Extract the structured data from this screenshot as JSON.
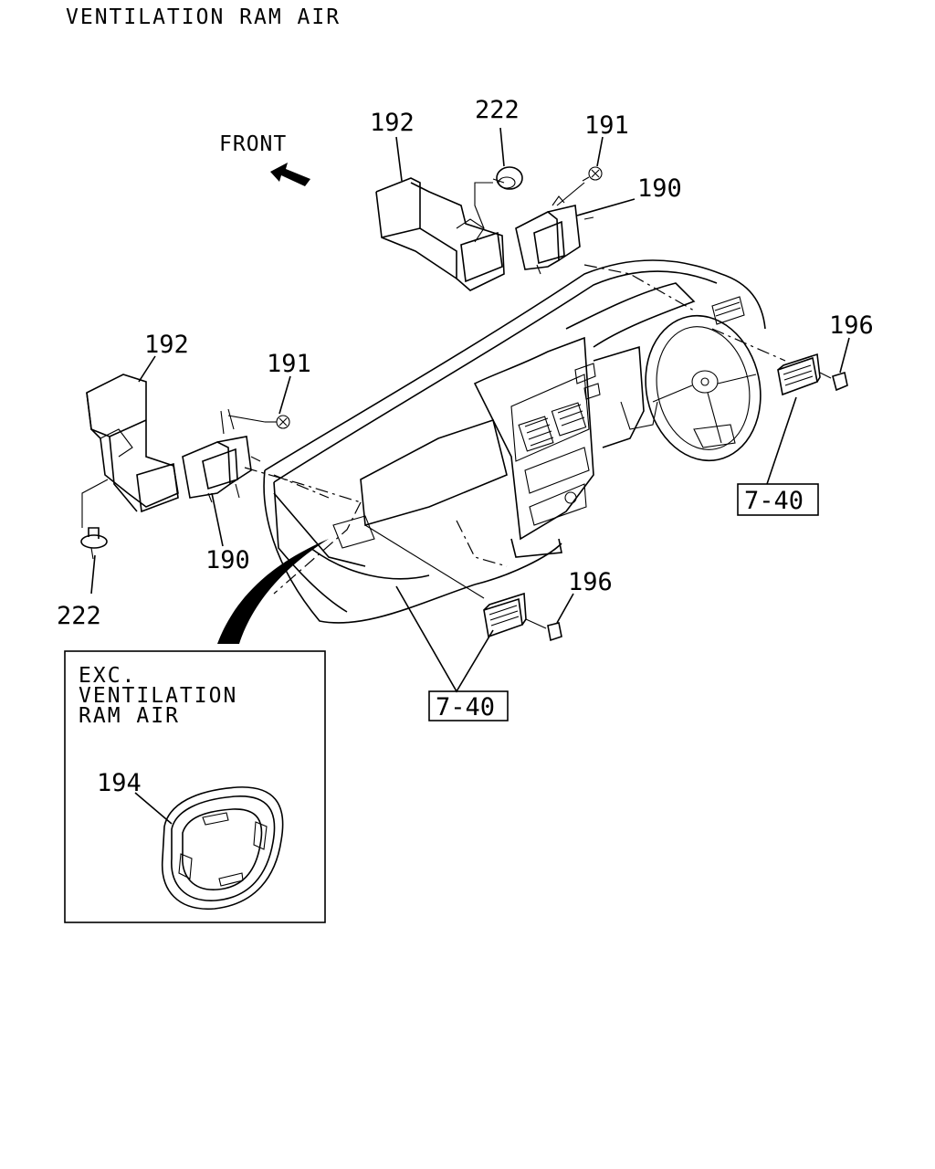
{
  "title": "VENTILATION RAM AIR",
  "front_label": "FRONT",
  "inset_label": [
    "EXC.",
    "VENTILATION",
    "RAM AIR"
  ],
  "callouts": {
    "duct_upper": "192",
    "duct_left": "192",
    "grommet_upper": "222",
    "grommet_left": "222",
    "screw_upper": "191",
    "screw_left": "191",
    "bracket_upper": "190",
    "bracket_left": "190",
    "vent_right": "196",
    "vent_center": "196",
    "ref_right": "7-40",
    "ref_center": "7-40",
    "inset_part": "194"
  }
}
